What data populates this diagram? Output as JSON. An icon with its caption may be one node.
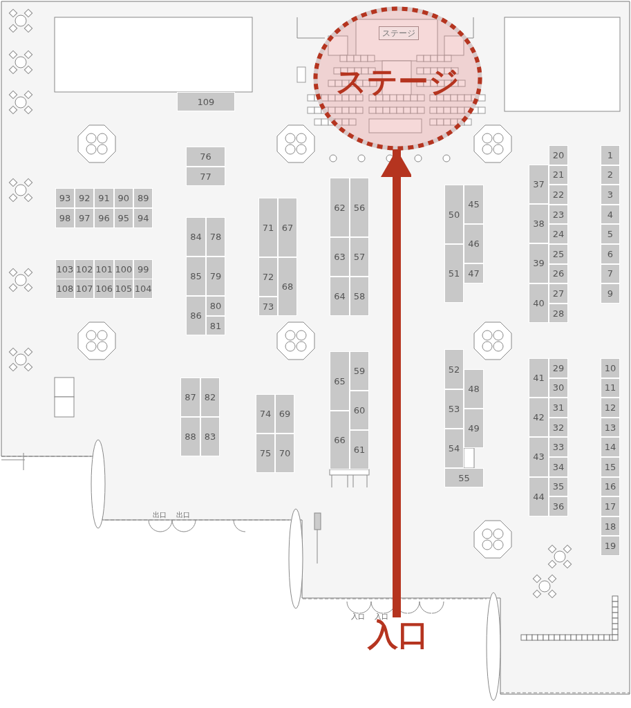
{
  "diagram": {
    "nodes": [
      {
        "text": [
          "ステージ"
        ]
      },
      {
        "text": [
          "ステージ"
        ],
        "in": 0
      },
      {
        "text": [
          "1"
        ]
      },
      {
        "text": [
          "2"
        ]
      },
      {
        "text": [
          "3"
        ]
      },
      {
        "text": [
          "4"
        ]
      },
      {
        "text": [
          "5"
        ]
      },
      {
        "text": [
          "6"
        ]
      },
      {
        "text": [
          "7"
        ]
      },
      {
        "text": [
          "9"
        ]
      },
      {
        "text": [
          "10"
        ]
      },
      {
        "text": [
          "11"
        ]
      },
      {
        "text": [
          "12"
        ]
      },
      {
        "text": [
          "13"
        ]
      },
      {
        "text": [
          "14"
        ]
      },
      {
        "text": [
          "15"
        ]
      },
      {
        "text": [
          "16"
        ]
      },
      {
        "text": [
          "17"
        ]
      },
      {
        "text": [
          "18"
        ]
      },
      {
        "text": [
          "19"
        ]
      },
      {
        "text": [
          "20"
        ]
      },
      {
        "text": [
          "21"
        ]
      },
      {
        "text": [
          "22"
        ]
      },
      {
        "text": [
          "23"
        ]
      },
      {
        "text": [
          "24"
        ]
      },
      {
        "text": [
          "25"
        ]
      },
      {
        "text": [
          "26"
        ]
      },
      {
        "text": [
          "27"
        ]
      },
      {
        "text": [
          "28"
        ]
      },
      {
        "text": [
          "29"
        ]
      },
      {
        "text": [
          "30"
        ]
      },
      {
        "text": [
          "31"
        ]
      },
      {
        "text": [
          "32"
        ]
      },
      {
        "text": [
          "33"
        ]
      },
      {
        "text": [
          "34"
        ]
      },
      {
        "text": [
          "35"
        ]
      },
      {
        "text": [
          "36"
        ]
      },
      {
        "text": [
          "37"
        ]
      },
      {
        "text": [
          "38"
        ]
      },
      {
        "text": [
          "39"
        ]
      },
      {
        "text": [
          "40"
        ]
      },
      {
        "text": [
          "41"
        ]
      },
      {
        "text": [
          "42"
        ]
      },
      {
        "text": [
          "43"
        ]
      },
      {
        "text": [
          "44"
        ]
      },
      {
        "text": [
          "45"
        ]
      },
      {
        "text": [
          "46"
        ]
      },
      {
        "text": [
          "47"
        ]
      },
      {
        "text": [
          "48"
        ]
      },
      {
        "text": [
          "49"
        ]
      },
      {
        "text": [
          "50"
        ]
      },
      {
        "text": [
          "51"
        ]
      },
      {
        "text": [
          "52"
        ]
      },
      {
        "text": [
          "53"
        ]
      },
      {
        "text": [
          "54"
        ]
      },
      {
        "text": [
          "55"
        ]
      },
      {
        "text": [
          "56"
        ]
      },
      {
        "text": [
          "57"
        ]
      },
      {
        "text": [
          "58"
        ]
      },
      {
        "text": [
          "59"
        ]
      },
      {
        "text": [
          "60"
        ]
      },
      {
        "text": [
          "61"
        ]
      },
      {
        "text": [
          "62"
        ]
      },
      {
        "text": [
          "63"
        ]
      },
      {
        "text": [
          "64"
        ]
      },
      {
        "text": [
          "65"
        ]
      },
      {
        "text": [
          "66"
        ]
      },
      {
        "text": [
          "67"
        ]
      },
      {
        "text": [
          "68"
        ]
      },
      {
        "text": [
          "69"
        ]
      },
      {
        "text": [
          "70"
        ]
      },
      {
        "text": [
          "71"
        ]
      },
      {
        "text": [
          "72"
        ]
      },
      {
        "text": [
          "73"
        ]
      },
      {
        "text": [
          "74"
        ]
      },
      {
        "text": [
          "75"
        ]
      },
      {
        "text": [
          "76"
        ]
      },
      {
        "text": [
          "77"
        ]
      },
      {
        "text": [
          "78"
        ]
      },
      {
        "text": [
          "79"
        ]
      },
      {
        "text": [
          "80"
        ]
      },
      {
        "text": [
          "81"
        ]
      },
      {
        "text": [
          "82"
        ]
      },
      {
        "text": [
          "83"
        ]
      },
      {
        "text": [
          "84"
        ]
      },
      {
        "text": [
          "85"
        ]
      },
      {
        "text": [
          "86"
        ]
      },
      {
        "text": [
          "87"
        ]
      },
      {
        "text": [
          "88"
        ]
      },
      {
        "text": [
          "89"
        ]
      },
      {
        "text": [
          "90"
        ]
      },
      {
        "text": [
          "91"
        ]
      },
      {
        "text": [
          "92"
        ]
      },
      {
        "text": [
          "93"
        ]
      },
      {
        "text": [
          "94"
        ]
      },
      {
        "text": [
          "95"
        ]
      },
      {
        "text": [
          "96"
        ]
      },
      {
        "text": [
          "97"
        ]
      },
      {
        "text": [
          "98"
        ]
      },
      {
        "text": [
          "99"
        ]
      },
      {
        "text": [
          "100"
        ]
      },
      {
        "text": [
          "101"
        ]
      },
      {
        "text": [
          "102"
        ]
      },
      {
        "text": [
          "103"
        ]
      },
      {
        "text": [
          "104"
        ]
      },
      {
        "text": [
          "105"
        ]
      },
      {
        "text": [
          "106"
        ]
      },
      {
        "text": [
          "107"
        ]
      },
      {
        "text": [
          "108"
        ]
      },
      {
        "text": [
          "109"
        ]
      },
      {
        "text": [
          "入口"
        ]
      }
    ],
    "edges": [
      {
        "from": 110,
        "to": 0,
        "arrow": "to"
      }
    ],
    "labels": [
      "出口",
      "出口",
      "入口",
      "入口"
    ]
  }
}
